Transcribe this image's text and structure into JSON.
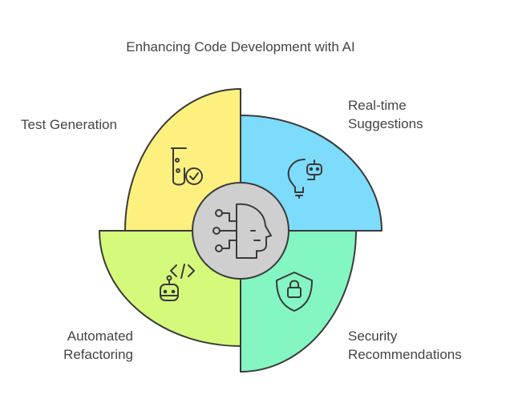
{
  "title": "Enhancing Code Development with AI",
  "center": {
    "icon": "ai-head-circuit-icon"
  },
  "quadrants": [
    {
      "position": "top-left",
      "label_lines": [
        "Test Generation"
      ],
      "icon": "test-tube-check-icon",
      "color": "#fdf07f"
    },
    {
      "position": "top-right",
      "label_lines": [
        "Real-time",
        "Suggestions"
      ],
      "icon": "lightbulb-robot-icon",
      "color": "#7ddcfc"
    },
    {
      "position": "bottom-right",
      "label_lines": [
        "Security",
        "Recommendations"
      ],
      "icon": "shield-lock-icon",
      "color": "#84f6c1"
    },
    {
      "position": "bottom-left",
      "label_lines": [
        "Automated",
        "Refactoring"
      ],
      "icon": "code-robot-icon",
      "color": "#d5f97a"
    }
  ]
}
